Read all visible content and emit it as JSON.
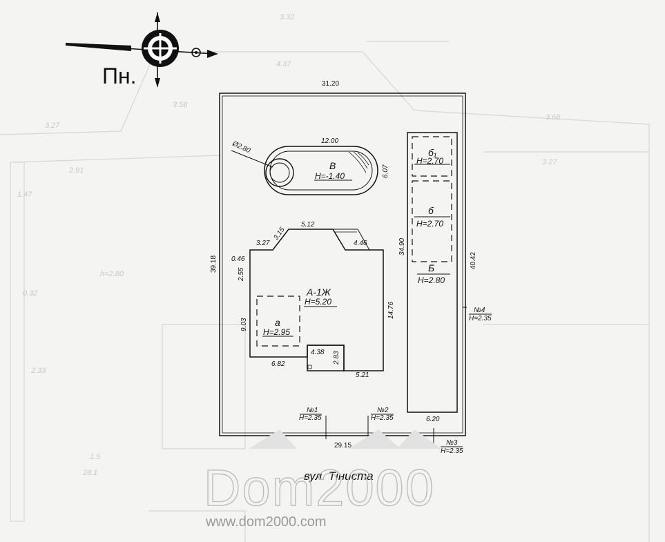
{
  "north_label": "Пн.",
  "street": "вул. Тіниста",
  "watermark": {
    "brand": "Dom2000",
    "url": "www.dom2000.com"
  },
  "background_faint": [
    "3.32",
    "4.37",
    "3.27",
    "3.58",
    "2.91",
    "1.47",
    "h=2.80",
    "0.32",
    "3.27",
    "3.68",
    "1.5",
    "28.1",
    "2.33"
  ],
  "site": {
    "top": "31.20",
    "left": "39.18",
    "right": "40.42",
    "bottom": "29.15",
    "right_bottom": "6.20"
  },
  "pool": {
    "letter": "В",
    "height": "H=-1.40",
    "length": "12.00",
    "width": "6.07",
    "diameter": "Ø2.80"
  },
  "house": {
    "label": "А-1Ж",
    "height": "H=5.20",
    "dims": [
      "5.12",
      "3.15",
      "3.27",
      "4.46",
      "0.46",
      "2.55",
      "9.03",
      "14.76",
      "6.82",
      "5.21"
    ],
    "porch_width": "4.38",
    "porch_depth": "2.83",
    "inner": {
      "letter": "а",
      "height": "H=2.95"
    }
  },
  "outbuilding": {
    "letter": "Б",
    "height": "H=2.80",
    "length": "34.90",
    "parts": [
      {
        "letter": "б₁",
        "height": "H=2.70"
      },
      {
        "letter": "б",
        "height": "H=2.70"
      }
    ]
  },
  "benchmarks": [
    {
      "id": "№1",
      "h": "H=2.35"
    },
    {
      "id": "№2",
      "h": "H=2.35"
    },
    {
      "id": "№3",
      "h": "H=2.35"
    },
    {
      "id": "№4",
      "h": "H=2.35"
    }
  ]
}
